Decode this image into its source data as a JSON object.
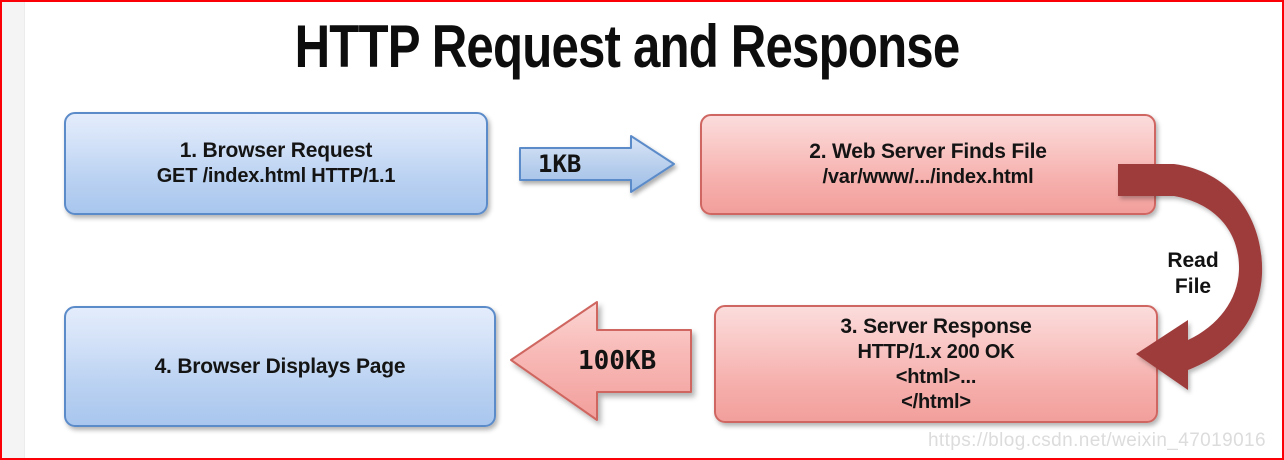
{
  "diagram": {
    "title": "HTTP Request and Response",
    "boxes": [
      {
        "id": "box1",
        "name": "browser-request",
        "color": "blue",
        "lines": [
          "1. Browser Request",
          "GET /index.html HTTP/1.1"
        ]
      },
      {
        "id": "box2",
        "name": "web-server-finds-file",
        "color": "pink",
        "lines": [
          "2. Web Server Finds File",
          "/var/www/.../index.html"
        ]
      },
      {
        "id": "box3",
        "name": "server-response",
        "color": "pink",
        "lines": [
          "3. Server Response",
          "HTTP/1.x 200 OK",
          "<html>...",
          "</html>"
        ]
      },
      {
        "id": "box4",
        "name": "browser-displays-page",
        "color": "blue",
        "lines": [
          "4. Browser Displays Page"
        ]
      }
    ],
    "arrows": [
      {
        "id": "arrow-1kb",
        "name": "request-arrow",
        "label": "1KB",
        "direction": "right",
        "color": "#b7cde8"
      },
      {
        "id": "arrow-100kb",
        "name": "response-arrow",
        "label": "100KB",
        "direction": "left",
        "color": "#f6aeab"
      },
      {
        "id": "arrow-readfile",
        "name": "read-file-arrow",
        "label_lines": [
          "Read",
          "File"
        ],
        "direction": "curved-down-left",
        "color": "#9e3b3b"
      }
    ],
    "colors": {
      "border_frame": "#fb0007",
      "blue_fill": "#bcd3f2",
      "blue_border": "#5b8bc9",
      "pink_fill": "#f6b0ad",
      "pink_border": "#cf6661",
      "dark_red": "#9e3b3b",
      "text": "#141414"
    },
    "watermark": "https://blog.csdn.net/weixin_47019016"
  }
}
